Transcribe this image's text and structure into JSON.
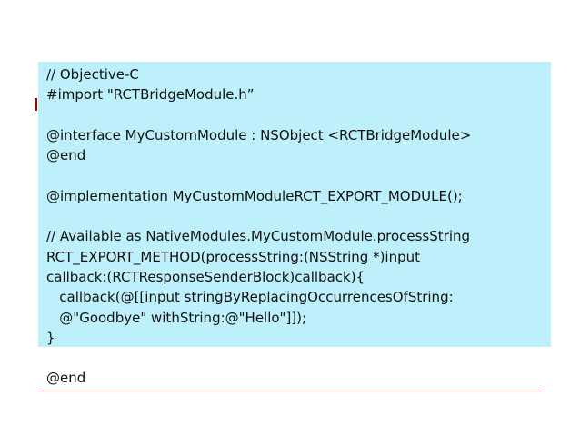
{
  "code": {
    "lines": [
      "// Objective-C",
      "#import \"RCTBridgeModule.h”",
      "",
      "@interface MyCustomModule : NSObject <RCTBridgeModule>",
      "@end",
      "",
      "@implementation MyCustomModuleRCT_EXPORT_MODULE();",
      "",
      "// Available as NativeModules.MyCustomModule.processString",
      "RCT_EXPORT_METHOD(processString:(NSString *)input",
      "callback:(RCTResponseSenderBlock)callback){",
      "   callback(@[[input stringByReplacingOccurrencesOfString:",
      "   @\"Goodbye\" withString:@\"Hello\"]]);",
      "}",
      "",
      "@end"
    ]
  },
  "colors": {
    "code_background": "#bdf0fb",
    "rule": "#c0392b",
    "text": "#111111"
  }
}
